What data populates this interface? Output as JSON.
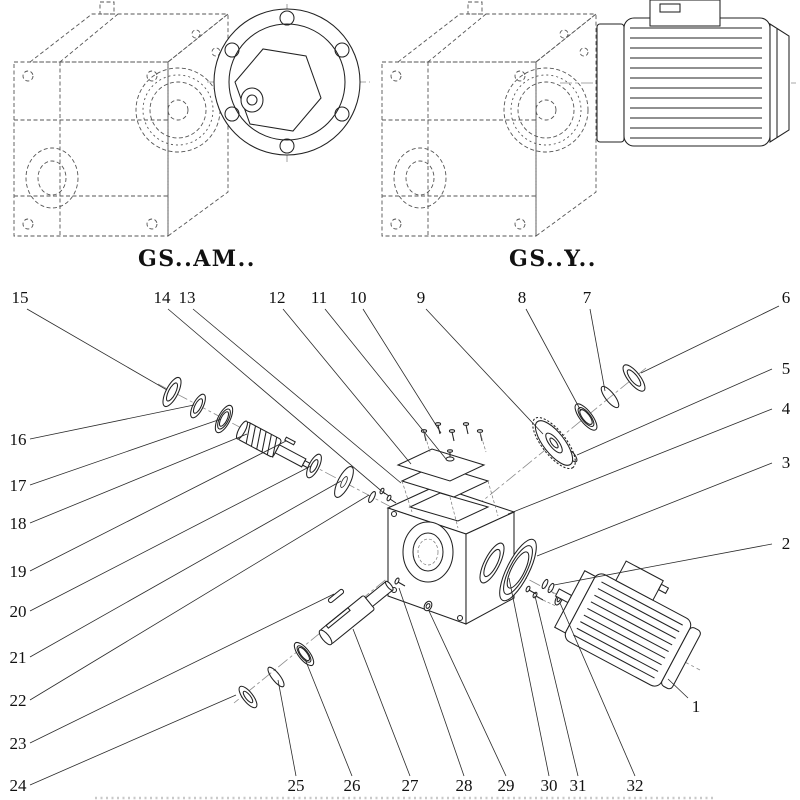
{
  "titles": {
    "left": "GS..AM..",
    "right": "GS..Y.."
  },
  "parts": {
    "p1": "1",
    "p2": "2",
    "p3": "3",
    "p4": "4",
    "p5": "5",
    "p6": "6",
    "p7": "7",
    "p8": "8",
    "p9": "9",
    "p10": "10",
    "p11": "11",
    "p12": "12",
    "p13": "13",
    "p14": "14",
    "p15": "15",
    "p16": "16",
    "p17": "17",
    "p18": "18",
    "p19": "19",
    "p20": "20",
    "p21": "21",
    "p22": "22",
    "p23": "23",
    "p24": "24",
    "p25": "25",
    "p26": "26",
    "p27": "27",
    "p28": "28",
    "p29": "29",
    "p30": "30",
    "p31": "31",
    "p32": "32"
  },
  "colors": {
    "ink": "#1a1a1a",
    "paper": "#ffffff"
  }
}
